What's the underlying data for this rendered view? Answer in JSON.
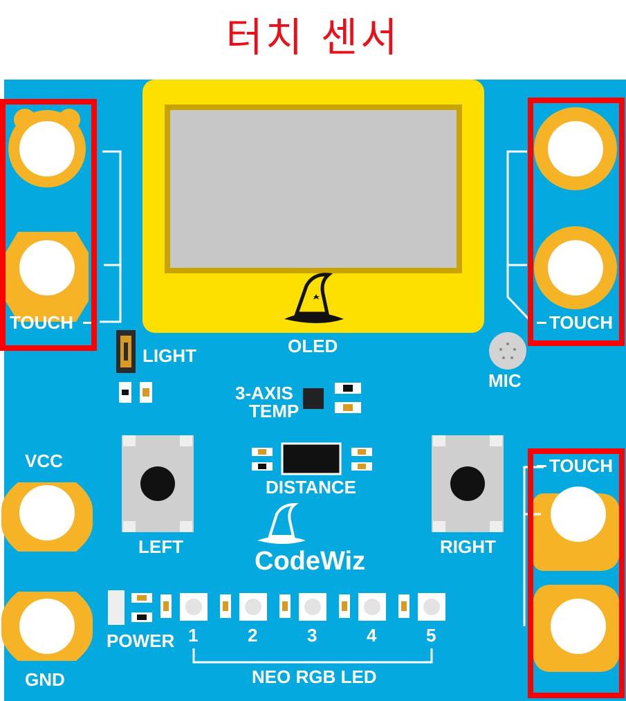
{
  "title": "터치 센서",
  "labels": {
    "touch_left": "TOUCH",
    "touch_right_top": "TOUCH",
    "touch_right_bottom": "TOUCH",
    "light": "LIGHT",
    "oled": "OLED",
    "mic": "MIC",
    "axis_line1": "3-AXIS",
    "axis_line2": "TEMP",
    "vcc": "VCC",
    "gnd": "GND",
    "distance": "DISTANCE",
    "left": "LEFT",
    "right": "RIGHT",
    "brand": "CodeWiz",
    "power": "POWER",
    "neo_rgb_led": "NEO RGB LED"
  },
  "led_numbers": [
    "1",
    "2",
    "3",
    "4",
    "5"
  ],
  "colors": {
    "board": "#03a9df",
    "pad": "#f5b325",
    "oled_frame": "#fde000",
    "screen": "#c7c7c7",
    "highlight": "#ff0000",
    "title": "#e8101a"
  },
  "icons": [
    "wizard-hat-icon"
  ]
}
